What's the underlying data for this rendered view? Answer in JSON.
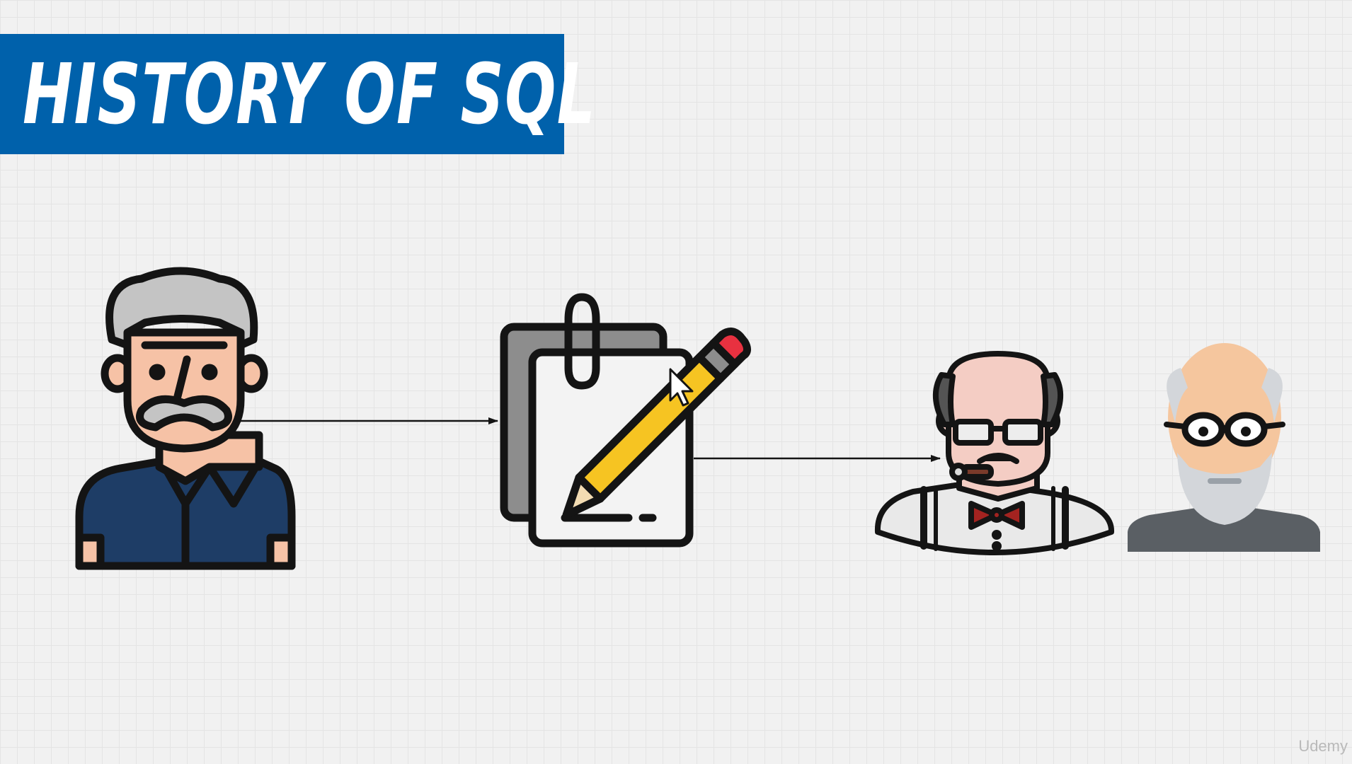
{
  "title": {
    "text": "HISTORY OF SQL",
    "banner_color": "#0061ab",
    "text_color": "#ffffff"
  },
  "diagram": {
    "nodes": [
      {
        "id": "person-creator",
        "icon": "old-man-mustache-icon"
      },
      {
        "id": "document",
        "icon": "notepad-pencil-icon"
      },
      {
        "id": "person-reader-1",
        "icon": "bald-man-bowtie-icon"
      },
      {
        "id": "person-reader-2",
        "icon": "bearded-old-man-icon"
      }
    ],
    "edges": [
      {
        "from": "person-creator",
        "to": "document"
      },
      {
        "from": "document",
        "to": "person-reader-1"
      }
    ]
  },
  "cursor": {
    "icon": "mouse-cursor-icon"
  },
  "watermark": "Udemy",
  "colors": {
    "accent": "#0061ab",
    "outline": "#141414",
    "pencil_yellow": "#f6c422",
    "eraser_red": "#e83140"
  }
}
